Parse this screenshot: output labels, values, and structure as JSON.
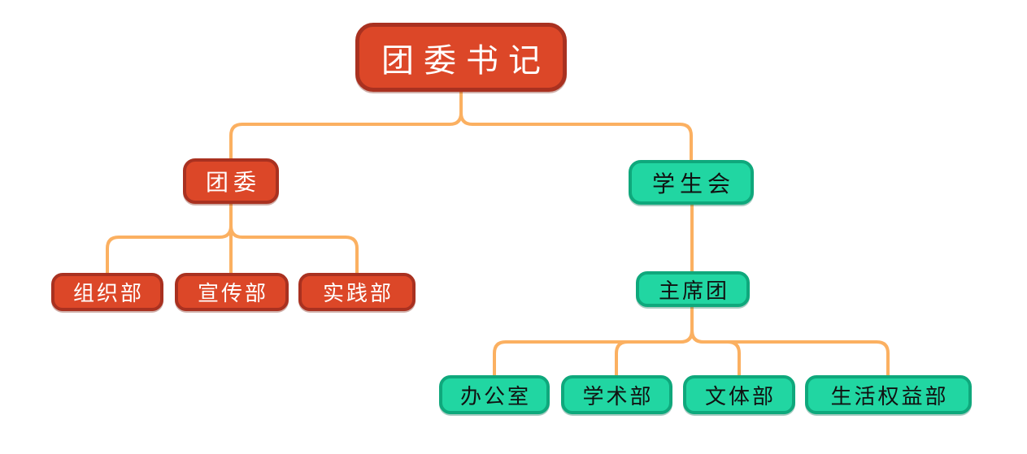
{
  "theme": {
    "background": "#FFFFFF",
    "connector_color": "#FBB061",
    "red_fill": "#DC4728",
    "red_border": "#A93120",
    "red_text": "#FFFFFF",
    "green_fill": "#21D6A2",
    "green_border": "#0FA87C",
    "green_text": "#111111"
  },
  "tree": {
    "label": "团委书记",
    "branch": "red",
    "children": [
      {
        "label": "团委",
        "branch": "red",
        "children": [
          {
            "label": "组织部"
          },
          {
            "label": "宣传部"
          },
          {
            "label": "实践部"
          }
        ]
      },
      {
        "label": "学生会",
        "branch": "green",
        "children": [
          {
            "label": "主席团",
            "children": [
              {
                "label": "办公室"
              },
              {
                "label": "学术部"
              },
              {
                "label": "文体部"
              },
              {
                "label": "生活权益部"
              }
            ]
          }
        ]
      }
    ]
  }
}
